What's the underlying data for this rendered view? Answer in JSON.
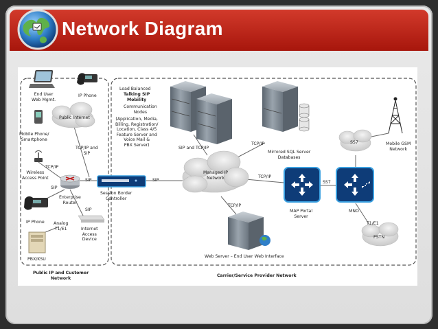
{
  "slide": {
    "title": "Network Diagram"
  },
  "colors": {
    "title_bar": "#c0261a",
    "frame": "#e4e4e4",
    "node_blue": "#1e6fb8",
    "server_gray": "#8a939c"
  },
  "labels": {
    "end_user_web": "End User\nWeb Mgmt.",
    "ip_phone_top": "IP Phone",
    "public_internet": "Public Internet",
    "mobile_phone": "Mobile Phone/\nSmartphone",
    "tcpip_and_sip_left": "TCP/IP and\nSIP",
    "tcpip_wireless": "TCP/IP",
    "wireless_ap": "Wireless\nAccess Point",
    "sip_left_1": "SIP",
    "sip_router": "SIP",
    "enterprise_router": "Enterprise\nRouter",
    "sip_below": "SIP",
    "ip_phone_bottom": "IP Phone",
    "analog_t1": "Analog\nT1/E1",
    "internet_access_device": "Internet\nAccess\nDevice",
    "pbx_ksu": "PBX/KSU",
    "session_border_controller": "Session Border\nController",
    "sip_right": "SIP",
    "lb_title_a": "Load Balanced",
    "lb_title_b": "Talking SIP\nMobility",
    "lb_title_c": "Communication\nNodes",
    "lb_desc": "(Application, Media,\nBilling, Registration/\nLocation, Class 4/5\nFeature Server and\nVoice Mail &\nPBX Server)",
    "sip_and_tcpip": "SIP and TCP/IP",
    "managed_ip": "Managed IP\nNetwork",
    "tcpip_sql": "TCP/IP",
    "mirrored_sql": "Mirrored SQL Server\nDatabases",
    "tcpip_map": "TCP/IP",
    "map_portal": "MAP Portal\nServer",
    "ss7_mid": "SS7",
    "mno": "MNO",
    "ss7_cloud": "SS7",
    "mobile_gsm": "Mobile GSM\nNetwork",
    "tcpip_web": "TCP/IP",
    "t1e1_right": "T1/E1",
    "pstn": "PSTN",
    "web_server": "Web Server – End User Web Interface",
    "public_network": "Public IP and Customer\nNetwork",
    "carrier_network": "Carrier/Service Provider Network"
  }
}
